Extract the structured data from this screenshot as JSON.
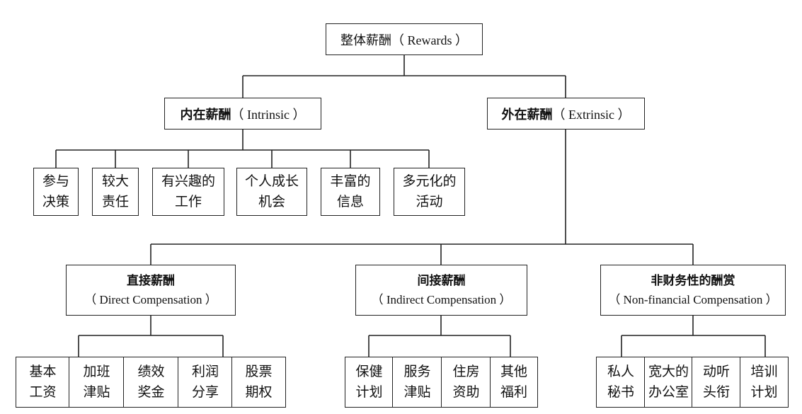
{
  "root": {
    "zh": "整体薪酬",
    "en": "（ Rewards ）"
  },
  "intrinsic": {
    "zh": "内在薪酬",
    "en": "（ Intrinsic ）",
    "items": [
      [
        "参与",
        "决策"
      ],
      [
        "较大",
        "责任"
      ],
      [
        "有兴趣的",
        "工作"
      ],
      [
        "个人成长",
        "机会"
      ],
      [
        "丰富的",
        "信息"
      ],
      [
        "多元化的",
        "活动"
      ]
    ]
  },
  "extrinsic": {
    "zh": "外在薪酬",
    "en": "（ Extrinsic ）"
  },
  "direct": {
    "zh": "直接薪酬",
    "en": "（ Direct Compensation ）",
    "items": [
      [
        "基本",
        "工资"
      ],
      [
        "加班",
        "津贴"
      ],
      [
        "绩效",
        "奖金"
      ],
      [
        "利润",
        "分享"
      ],
      [
        "股票",
        "期权"
      ]
    ]
  },
  "indirect": {
    "zh": "间接薪酬",
    "en": "（ Indirect Compensation ）",
    "items": [
      [
        "保健",
        "计划"
      ],
      [
        "服务",
        "津贴"
      ],
      [
        "住房",
        "资助"
      ],
      [
        "其他",
        "福利"
      ]
    ]
  },
  "nonfinancial": {
    "zh": "非财务性的酬赏",
    "en": "（ Non-financial Compensation ）",
    "items": [
      [
        "私人",
        "秘书"
      ],
      [
        "宽大的",
        "办公室"
      ],
      [
        "动听",
        "头衔"
      ],
      [
        "培训",
        "计划"
      ]
    ]
  }
}
